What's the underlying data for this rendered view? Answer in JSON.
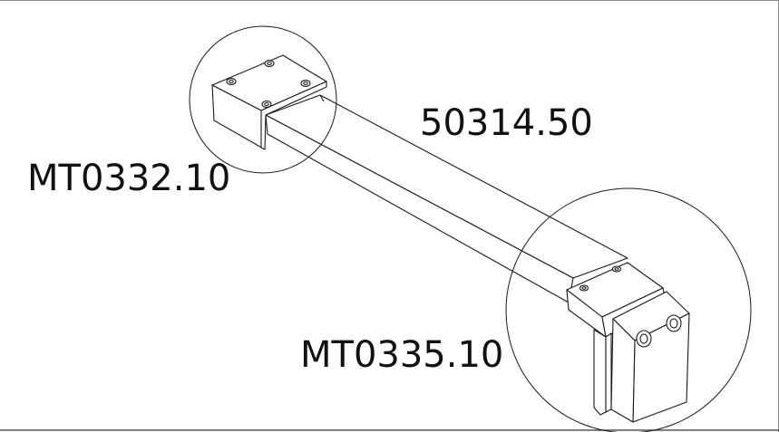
{
  "labels": {
    "bar": "50314.50",
    "left_bracket": "MT0332.10",
    "right_bracket": "MT0335.10"
  },
  "colors": {
    "line": "#1a1a1a",
    "background": "#ffffff",
    "frame": "#7a7a7a"
  }
}
